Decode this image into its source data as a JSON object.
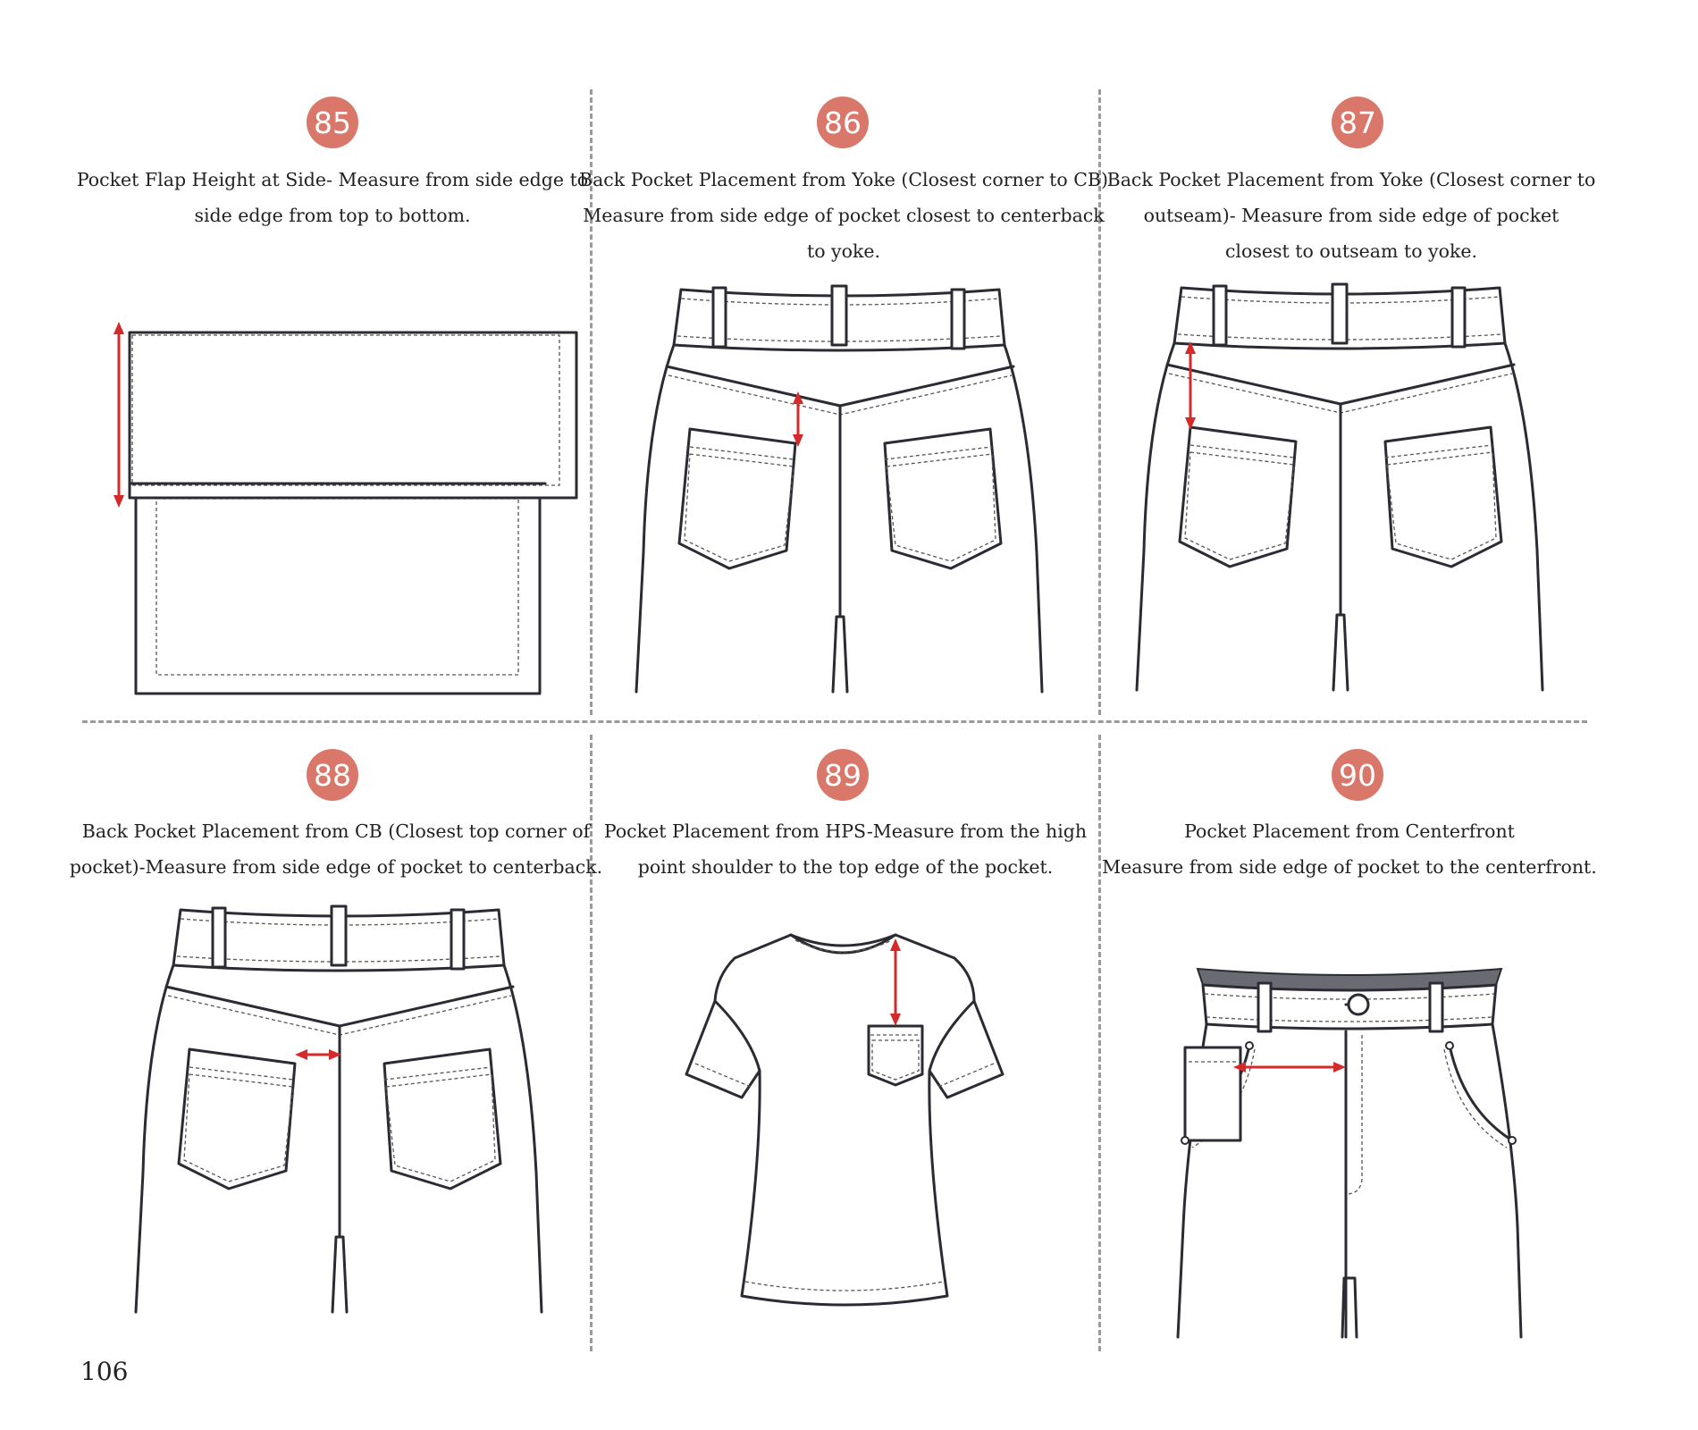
{
  "page_number": "106",
  "accent_color": "#d9786a",
  "arrow_color": "#d42a2a",
  "cells": [
    {
      "number": "85",
      "caption": [
        "Pocket Flap Height at Side- Measure from side edge to",
        "side edge from top to bottom."
      ],
      "figure": "pocket-flap"
    },
    {
      "number": "86",
      "caption": [
        "Back Pocket Placement from Yoke (Closest corner to CB)",
        "Measure from side edge of pocket closest to centerback",
        "to yoke."
      ],
      "figure": "jeans-back"
    },
    {
      "number": "87",
      "caption": [
        "Back Pocket Placement from Yoke (Closest corner to",
        "outseam)- Measure from side edge of pocket",
        "closest to outseam to yoke."
      ],
      "figure": "jeans-back"
    },
    {
      "number": "88",
      "caption": [
        "Back Pocket Placement from CB (Closest top corner of",
        "pocket)-Measure from side edge of pocket to centerback."
      ],
      "figure": "jeans-back"
    },
    {
      "number": "89",
      "caption": [
        "Pocket Placement from HPS-Measure from the high",
        "point shoulder to the top edge of the pocket."
      ],
      "figure": "t-shirt"
    },
    {
      "number": "90",
      "caption": [
        "Pocket Placement from Centerfront",
        "Measure from side edge of pocket to the centerfront."
      ],
      "figure": "jeans-front"
    }
  ]
}
